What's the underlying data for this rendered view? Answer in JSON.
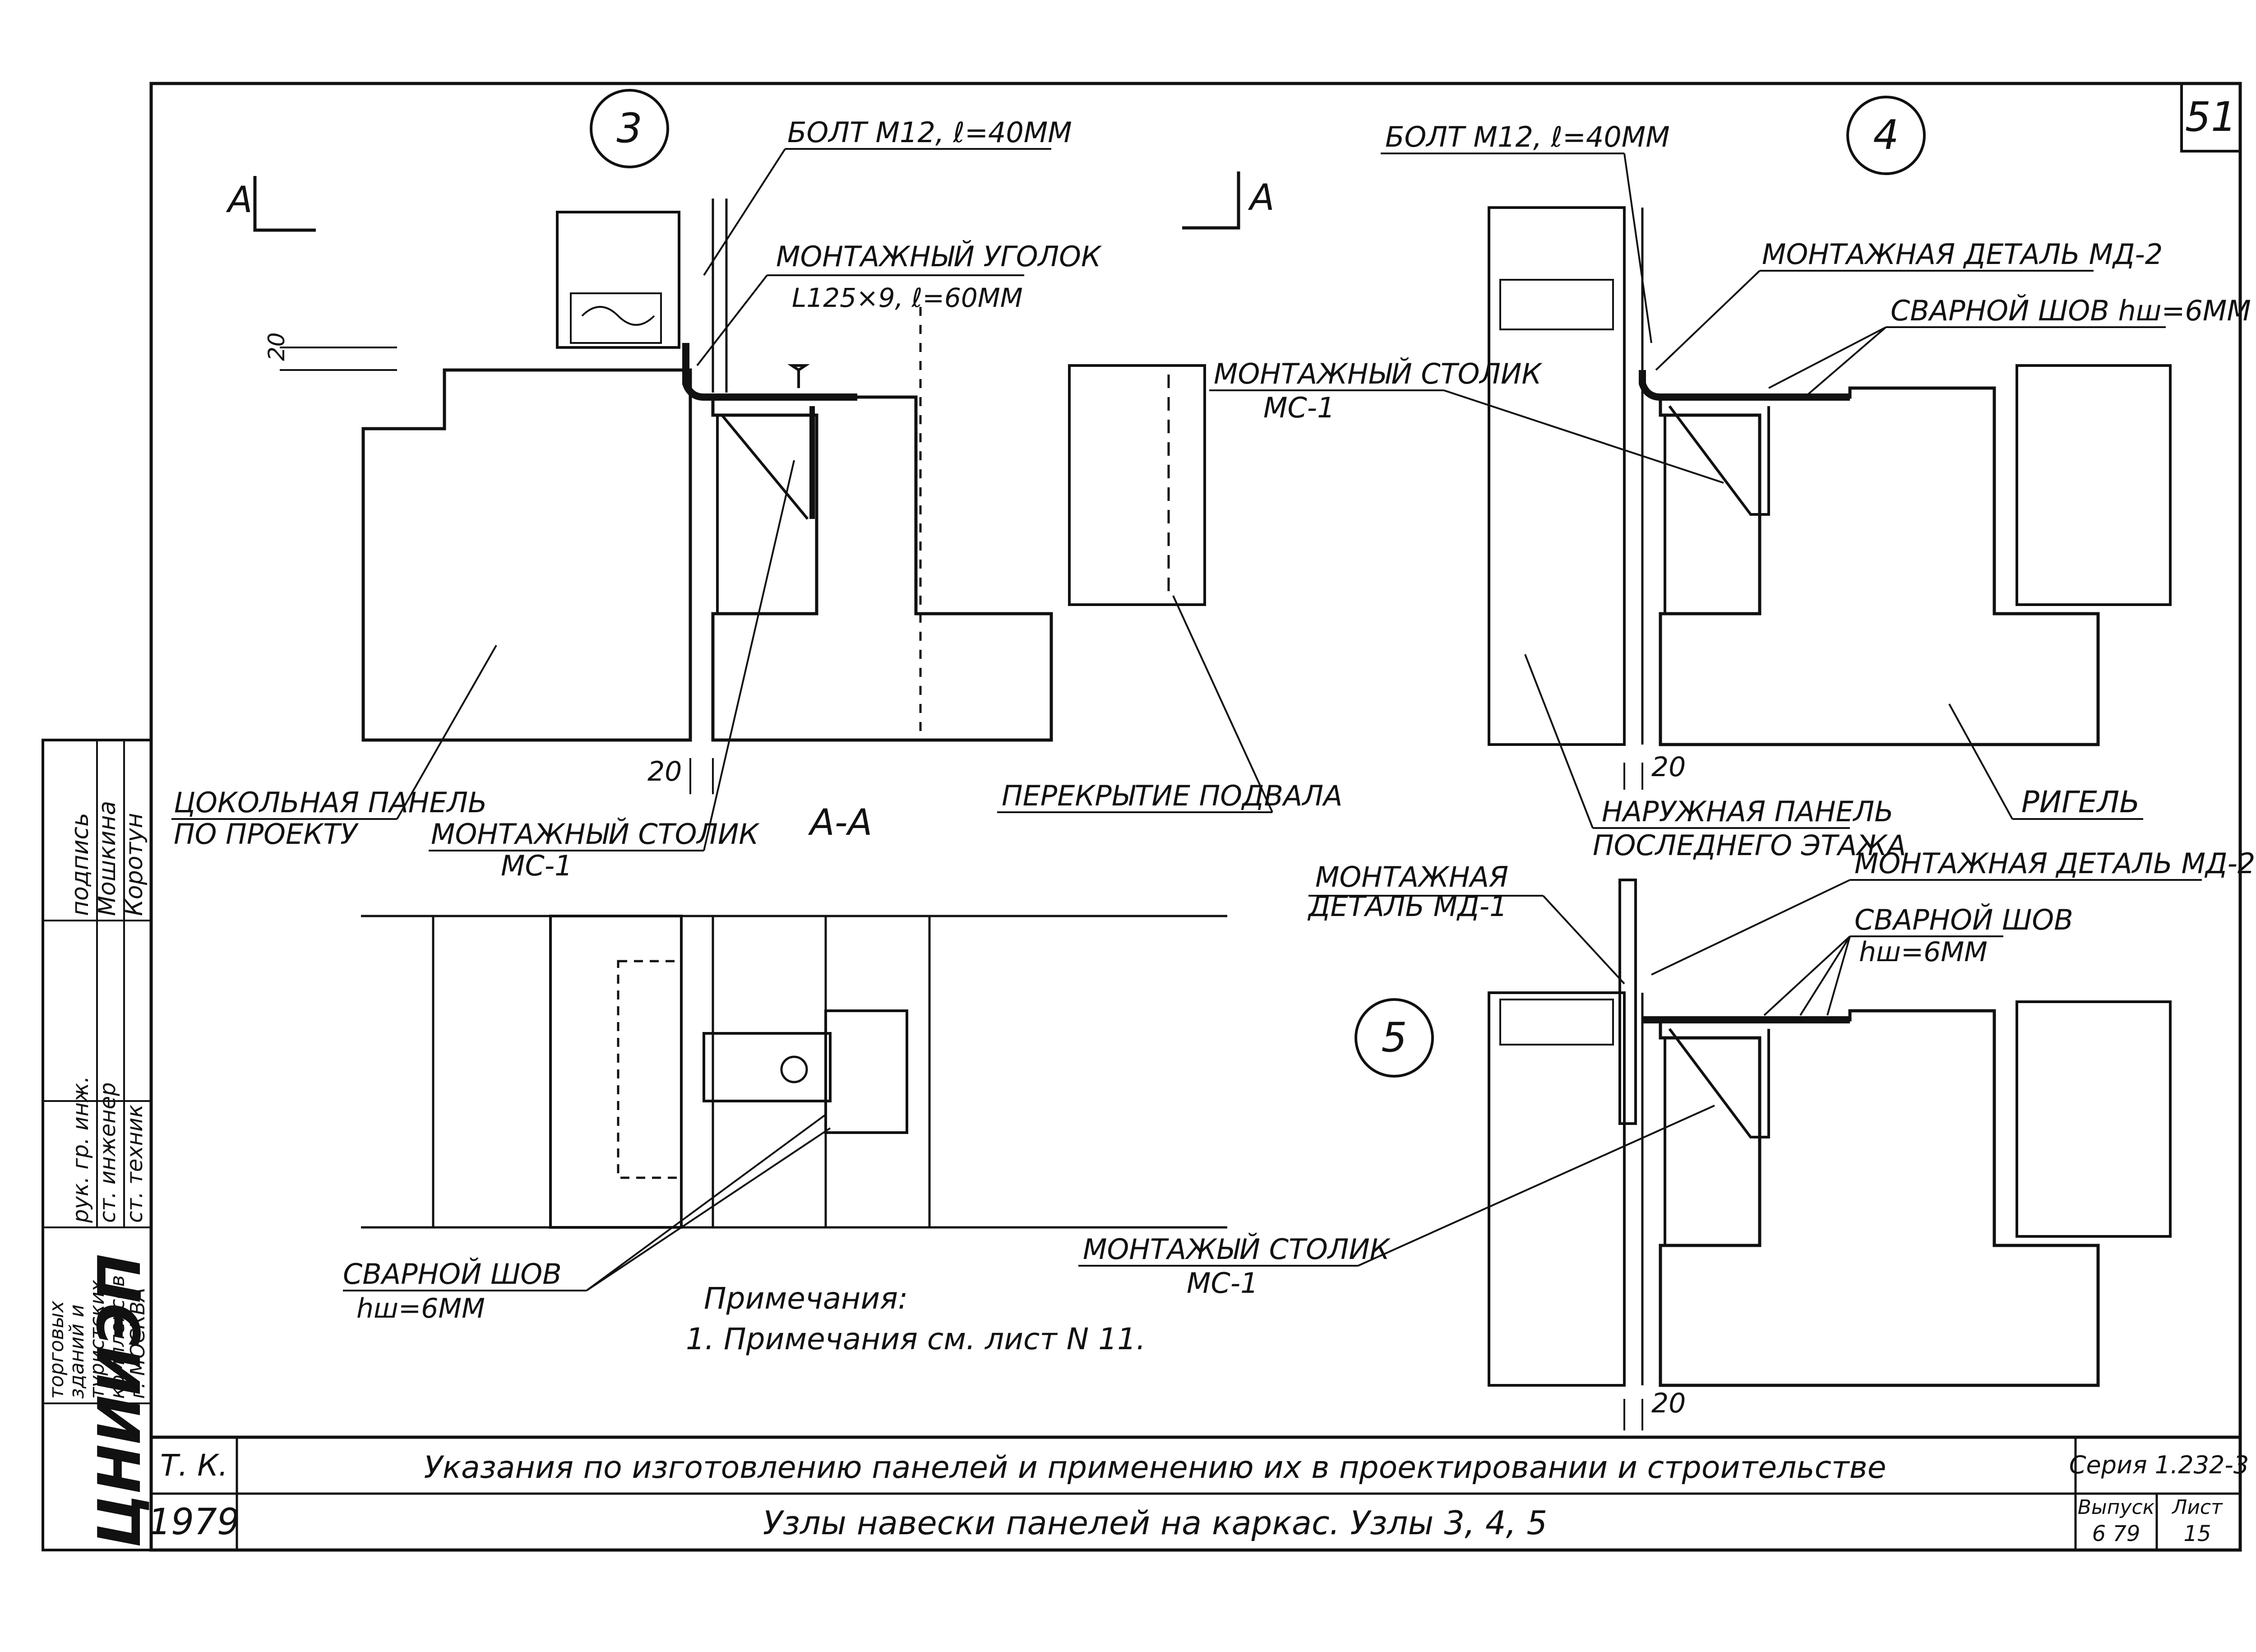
{
  "sheet": {
    "corner_number": "51"
  },
  "node3": {
    "number": "3",
    "section_mark": "A",
    "bolt": "БОЛТ М12, ℓ=40ММ",
    "angle_title": "МОНТАЖНЫЙ УГОЛОК",
    "angle_spec": "L125×9, ℓ=60ММ",
    "dim_20_top": "20",
    "dim_20_bottom": "20",
    "socle_panel_1": "ЦОКОЛЬНАЯ ПАНЕЛЬ",
    "socle_panel_2": "ПО ПРОЕКТУ",
    "table_title_1": "МОНТАЖНЫЙ СТОЛИК",
    "table_title_2": "МС-1",
    "basement_slab": "ПЕРЕКРЫТИЕ ПОДВАЛА"
  },
  "section_aa": {
    "title": "А-А",
    "weld_1": "СВАРНОЙ ШОВ",
    "weld_2": "hш=6ММ",
    "notes_title": "Примечания:",
    "notes_1": "1. Примечания см. лист N 11."
  },
  "node4": {
    "number": "4",
    "bolt": "БОЛТ М12, ℓ=40ММ",
    "detail": "МОНТАЖНАЯ ДЕТАЛЬ МД-2",
    "weld": "СВАРНОЙ ШОВ hш=6ММ",
    "table_1": "МОНТАЖНЫЙ СТОЛИК",
    "table_2": "МС-1",
    "dim_20": "20",
    "outer_panel_1": "НАРУЖНАЯ ПАНЕЛЬ",
    "outer_panel_2": "ПОСЛЕДНЕГО ЭТАЖА",
    "girder": "РИГЕЛЬ"
  },
  "node5": {
    "number": "5",
    "md1_1": "МОНТАЖНАЯ",
    "md1_2": "ДЕТАЛЬ МД-1",
    "md2": "МОНТАЖНАЯ ДЕТАЛЬ МД-2",
    "weld_1": "СВАРНОЙ ШОВ",
    "weld_2": "hш=6ММ",
    "table_1": "МОНТАЖЫЙ СТОЛИК",
    "table_2": "МС-1",
    "dim_20": "20"
  },
  "side_stamp": {
    "org_logo": "ЦНИИЭП",
    "org_1": "торговых",
    "org_2": "зданий и",
    "org_3": "туристских",
    "org_4": "комплексов",
    "org_5": "г. МОСКВА",
    "roles": [
      "рук. гр. инж.",
      "ст. инженер",
      "ст. техник"
    ],
    "names": [
      "Мошкина",
      "Коротун"
    ],
    "col_label": "подпись"
  },
  "title_block": {
    "code": "Т. К.",
    "year": "1979",
    "line1": "Указания по изготовлению панелей и применению их в проектировании и строительстве",
    "line2": "Узлы навески панелей на каркас. Узлы 3, 4, 5",
    "series_label": "Серия 1.232-3",
    "issue_label": "Выпуск",
    "issue_value": "6 79",
    "sheet_label": "Лист",
    "sheet_value": "15"
  },
  "colors": {
    "ink": "#111111",
    "paper": "#ffffff"
  }
}
